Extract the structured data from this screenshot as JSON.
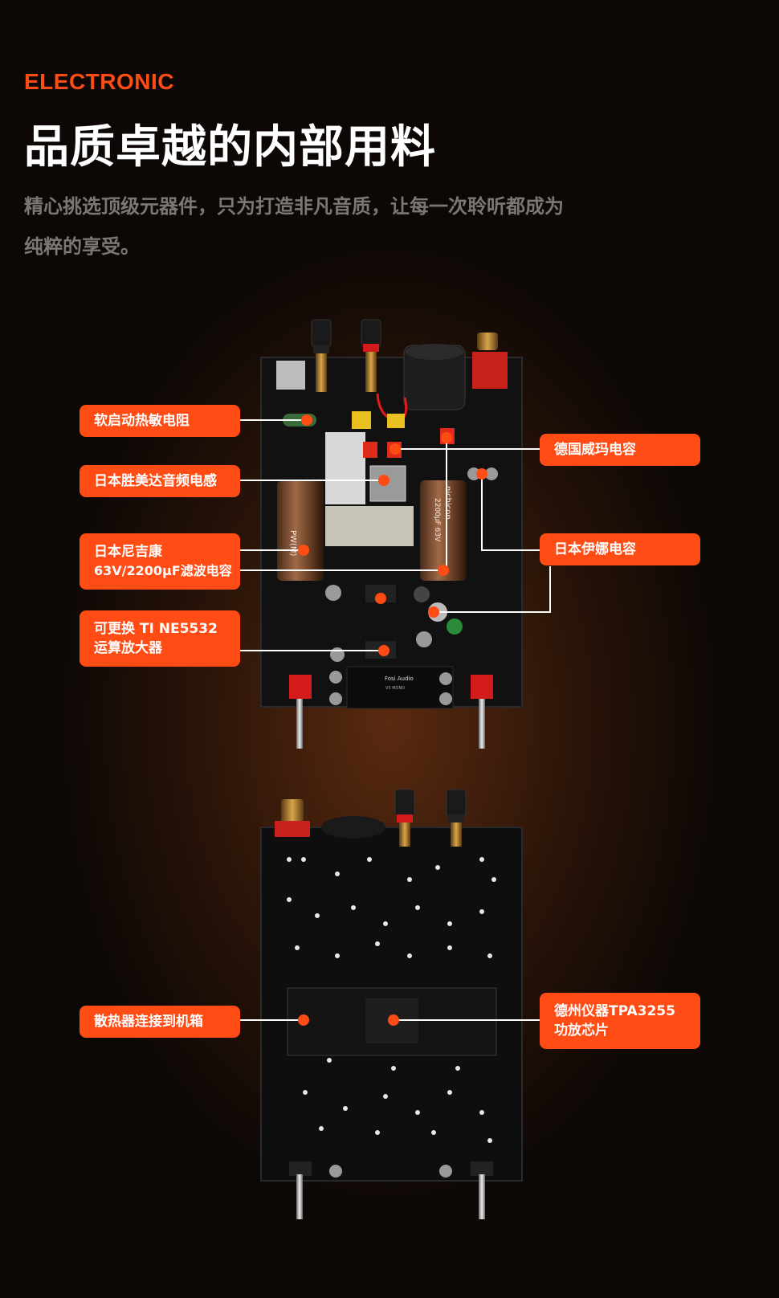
{
  "header": {
    "eyebrow": "ELECTRONIC",
    "title": "品质卓越的内部用料",
    "subtitle_line1": "精心挑选顶级元器件，只为打造非凡音质，让每一次聆听都成为",
    "subtitle_line2": "纯粹的享受。"
  },
  "colors": {
    "accent": "#ff4b14",
    "background": "#0a0807",
    "subtitle": "#7c7774"
  },
  "board_top": {
    "callouts": {
      "ntc": "软启动热敏电阻",
      "inductor": "日本胜美达音频电感",
      "nichicon_line1": "日本尼吉康",
      "nichicon_line2": "63V/2200μF滤波电容",
      "opamp_line1": "可更换 TI NE5532",
      "opamp_line2": "运算放大器",
      "wima": "德国威玛电容",
      "elna": "日本伊娜电容"
    },
    "silkscreen": {
      "brand": "Fosi Audio",
      "model": "V3 MONO",
      "capacitor_text": "nichicon",
      "capacitor_rating": "2200μF 63V"
    }
  },
  "board_bottom": {
    "callouts": {
      "heatsink": "散热器连接到机箱",
      "chip_line1": "德州仪器TPA3255",
      "chip_line2": "功放芯片"
    }
  }
}
